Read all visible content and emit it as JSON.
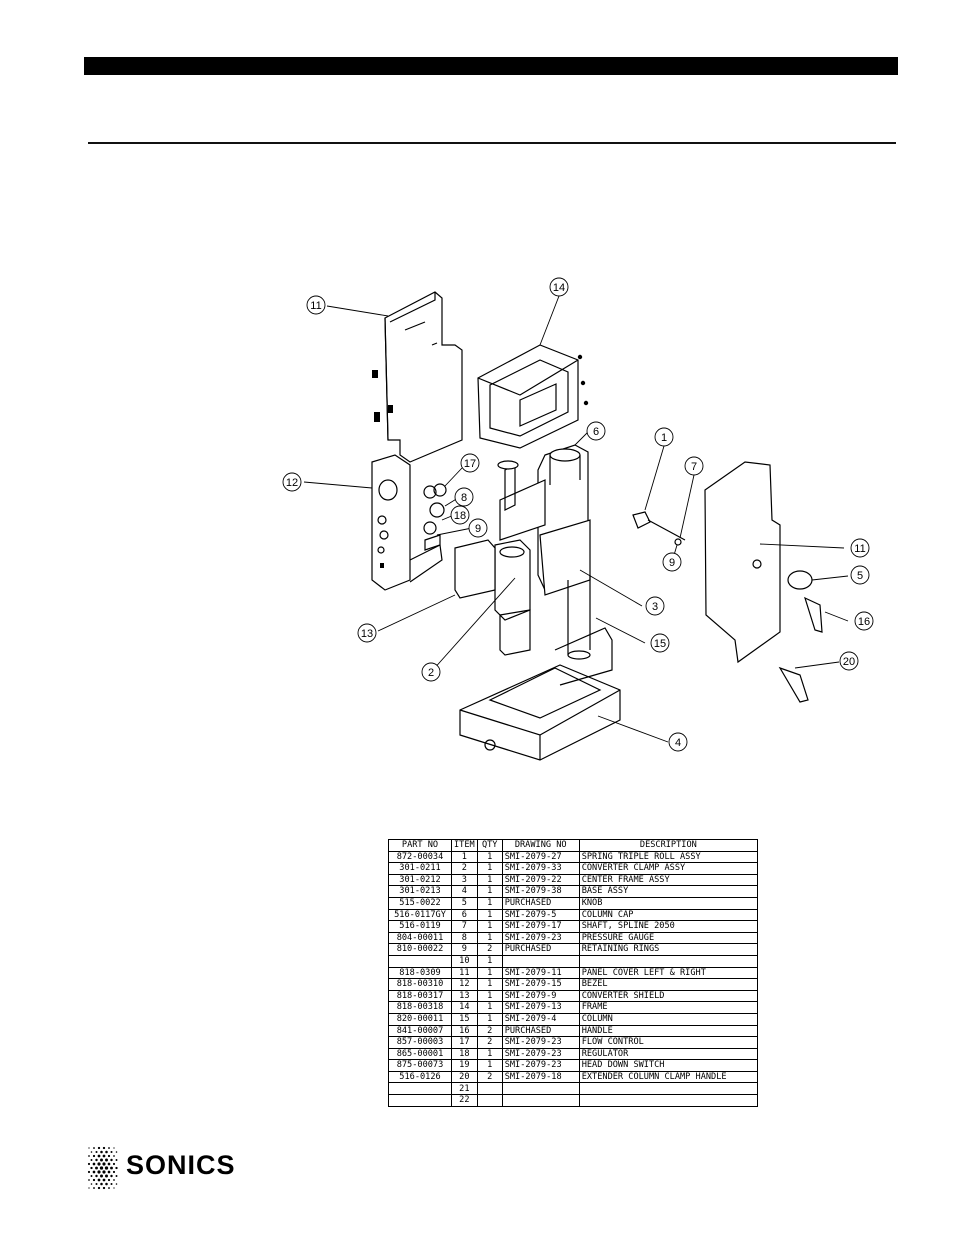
{
  "callouts": [
    "11",
    "14",
    "6",
    "1",
    "7",
    "12",
    "17",
    "8",
    "18",
    "9",
    "11",
    "5",
    "16",
    "3",
    "15",
    "13",
    "2",
    "9",
    "20",
    "4"
  ],
  "table": {
    "headers": [
      "PART NO",
      "ITEM",
      "QTY",
      "DRAWING NO",
      "DESCRIPTION"
    ],
    "rows": [
      [
        "872-00034",
        "1",
        "1",
        "SMI-2079-27",
        "SPRING TRIPLE ROLL ASSY"
      ],
      [
        "301-0211",
        "2",
        "1",
        "SMI-2079-33",
        "CONVERTER CLAMP ASSY"
      ],
      [
        "301-0212",
        "3",
        "1",
        "SMI-2079-22",
        "CENTER FRAME ASSY"
      ],
      [
        "301-0213",
        "4",
        "1",
        "SMI-2079-38",
        "BASE ASSY"
      ],
      [
        "515-0022",
        "5",
        "1",
        "PURCHASED",
        "KNOB"
      ],
      [
        "516-0117GY",
        "6",
        "1",
        "SMI-2079-5",
        "COLUMN CAP"
      ],
      [
        "516-0119",
        "7",
        "1",
        "SMI-2079-17",
        "SHAFT, SPLINE 2050"
      ],
      [
        "804-00011",
        "8",
        "1",
        "SMI-2079-23",
        "PRESSURE GAUGE"
      ],
      [
        "810-00022",
        "9",
        "2",
        "PURCHASED",
        "RETAINING RINGS"
      ],
      [
        "",
        "10",
        "1",
        "",
        ""
      ],
      [
        "818-0309",
        "11",
        "1",
        "SMI-2079-11",
        "PANEL COVER LEFT & RIGHT"
      ],
      [
        "818-00310",
        "12",
        "1",
        "SMI-2079-15",
        "BEZEL"
      ],
      [
        "818-00317",
        "13",
        "1",
        "SMI-2079-9",
        "CONVERTER SHIELD"
      ],
      [
        "818-00318",
        "14",
        "1",
        "SMI-2079-13",
        "FRAME"
      ],
      [
        "820-00011",
        "15",
        "1",
        "SMI-2079-4",
        "COLUMN"
      ],
      [
        "841-00007",
        "16",
        "2",
        "PURCHASED",
        "HANDLE"
      ],
      [
        "857-00003",
        "17",
        "2",
        "SMI-2079-23",
        "FLOW CONTROL"
      ],
      [
        "865-00001",
        "18",
        "1",
        "SMI-2079-23",
        "REGULATOR"
      ],
      [
        "875-00073",
        "19",
        "1",
        "SMI-2079-23",
        "HEAD DOWN SWITCH"
      ],
      [
        "516-0126",
        "20",
        "2",
        "SMI-2079-18",
        "EXTENDER COLUMN CLAMP HANDLE"
      ],
      [
        "",
        "21",
        "",
        "",
        ""
      ],
      [
        "",
        "22",
        "",
        "",
        ""
      ]
    ]
  },
  "logo": {
    "text": "SONICS"
  }
}
